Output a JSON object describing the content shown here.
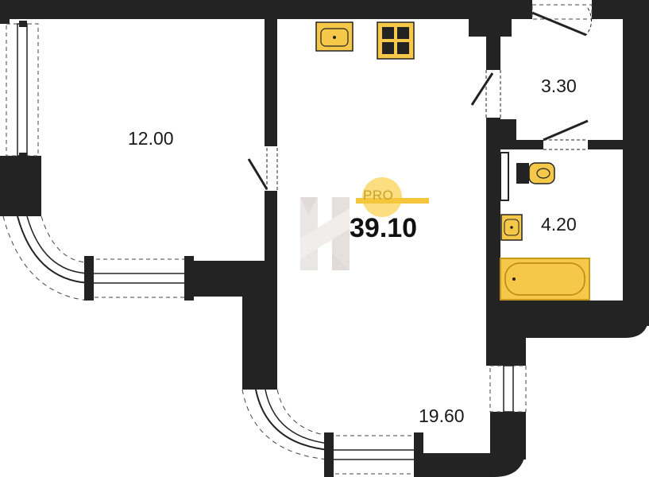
{
  "plan": {
    "total_area": "39.10",
    "badge": "PRO",
    "rooms": [
      {
        "id": "room-1",
        "area": "12.00"
      },
      {
        "id": "room-2",
        "area": "19.60"
      },
      {
        "id": "room-3",
        "area": "3.30"
      },
      {
        "id": "room-4",
        "area": "4.20"
      }
    ]
  },
  "colors": {
    "wall": "#232323",
    "fixture": "#f6c84a",
    "fixture_stroke": "#c99a1e",
    "badge_circle": "#fbd76a",
    "watermark": "#d9d3cf"
  },
  "icons": [
    "sink-icon",
    "stove-icon",
    "toilet-icon",
    "washbasin-icon",
    "bathtub-icon",
    "watermark-logo"
  ]
}
